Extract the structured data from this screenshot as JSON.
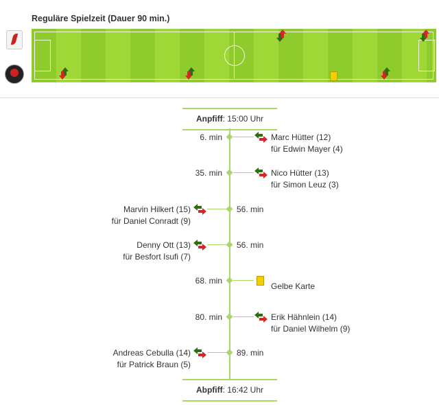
{
  "header": {
    "title": "Reguläre Spielzeit (Dauer 90 min.)"
  },
  "teams": [
    {
      "name": "home-team",
      "logo": "home-team-logo"
    },
    {
      "name": "away-team",
      "logo": "away-team-logo"
    }
  ],
  "kickoff": {
    "label": "Anpfiff",
    "time": ": 15:00 Uhr"
  },
  "final": {
    "label": "Abpfiff",
    "time": ": 16:42 Uhr"
  },
  "colors": {
    "line": "#a8d86a",
    "pitch": "#9fd836",
    "in": "#2e6e10",
    "out": "#d8232a",
    "yellow": "#f4d000"
  },
  "events": [
    {
      "minute": 6,
      "min_label": "6. min",
      "side": "right",
      "type": "substitution",
      "line1": "Marc Hütter (12)",
      "line2": "für Edwin Mayer (4)"
    },
    {
      "minute": 35,
      "min_label": "35. min",
      "side": "right",
      "type": "substitution",
      "line1": "Nico Hütter (13)",
      "line2": "für Simon Leuz (3)"
    },
    {
      "minute": 56,
      "min_label": "56. min",
      "side": "left",
      "type": "substitution",
      "line1": "Marvin Hilkert (15)",
      "line2": "für Daniel Conradt (9)"
    },
    {
      "minute": 56,
      "min_label": "56. min",
      "side": "left",
      "type": "substitution",
      "line1": "Denny Ott (13)",
      "line2": "für Besfort Isufi (7)"
    },
    {
      "minute": 68,
      "min_label": "68. min",
      "side": "right",
      "type": "yellow",
      "line1": "Gelbe Karte",
      "line2": ""
    },
    {
      "minute": 80,
      "min_label": "80. min",
      "side": "right",
      "type": "substitution",
      "line1": "Erik Hähnlein (14)",
      "line2": "für Daniel Wilhelm (9)"
    },
    {
      "minute": 89,
      "min_label": "89. min",
      "side": "left",
      "type": "substitution",
      "line1": "Andreas Cebulla (14)",
      "line2": "für Patrick Braun (5)"
    }
  ]
}
